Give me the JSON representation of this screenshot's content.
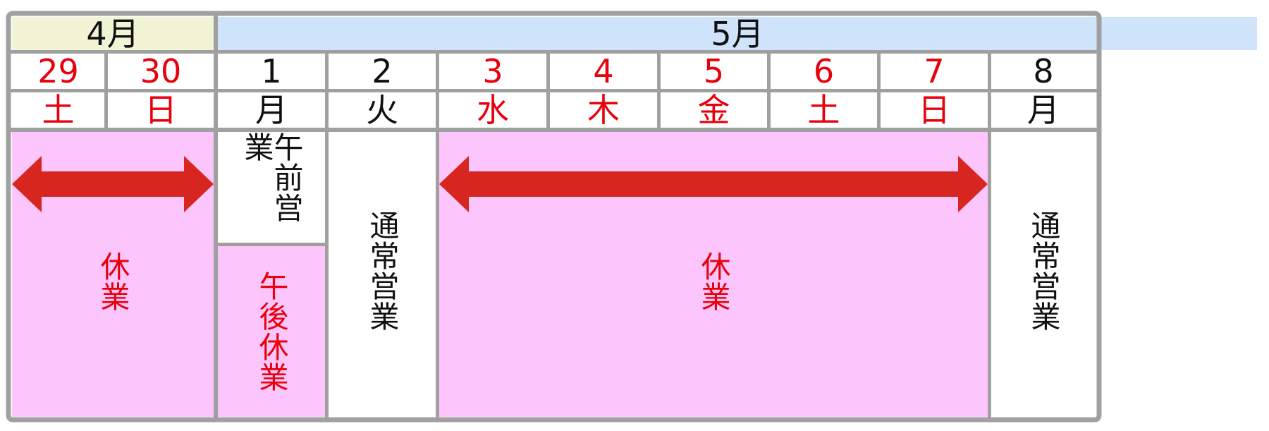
{
  "colors": {
    "frame": "#a0a0a0",
    "april_header_bg": "#f1f5d6",
    "may_header_bg": "#cfe3fb",
    "closed_bg": "#fcc6fc",
    "open_bg": "#ffffff",
    "holiday_text": "#e8000b",
    "normal_text": "#111111",
    "arrow": "#d7261f"
  },
  "months": [
    {
      "label": "4月"
    },
    {
      "label": "5月"
    }
  ],
  "days": [
    {
      "date": "29",
      "weekday": "土",
      "holiday": true
    },
    {
      "date": "30",
      "weekday": "日",
      "holiday": true
    },
    {
      "date": "1",
      "weekday": "月",
      "holiday": false
    },
    {
      "date": "2",
      "weekday": "火",
      "holiday": false
    },
    {
      "date": "3",
      "weekday": "水",
      "holiday": true
    },
    {
      "date": "4",
      "weekday": "木",
      "holiday": true
    },
    {
      "date": "5",
      "weekday": "金",
      "holiday": true
    },
    {
      "date": "6",
      "weekday": "土",
      "holiday": true
    },
    {
      "date": "7",
      "weekday": "日",
      "holiday": true
    },
    {
      "date": "8",
      "weekday": "月",
      "holiday": false
    }
  ],
  "status": {
    "closed_apr": "休業",
    "morning_open": "午前営業",
    "afternoon_closed": "午後休業",
    "normal_2": "通常営業",
    "closed_may": "休業",
    "normal_8": "通常営業"
  }
}
